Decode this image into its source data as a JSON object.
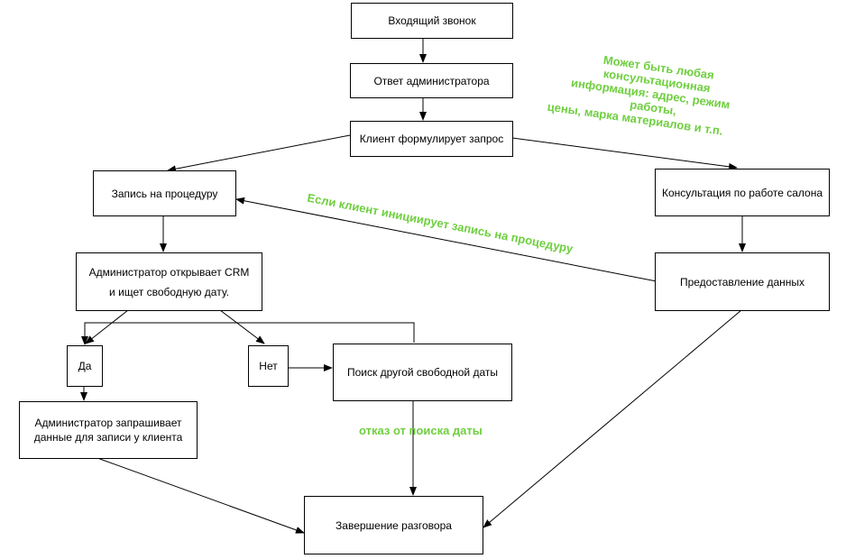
{
  "nodes": {
    "incoming_call": "Входящий звонок",
    "admin_answer": "Ответ администратора",
    "client_request": "Клиент формулирует запрос",
    "booking": "Запись на процедуру",
    "consultation": "Консультация по работе салона",
    "crm_line1": "Администратор открывает CRM",
    "crm_line2": "и ищет свободную дату.",
    "providing_data": "Предоставление данных",
    "yes": "Да",
    "no": "Нет",
    "search_other_date": "Поиск другой свободной даты",
    "admin_asks_line1": "Администратор запрашивает",
    "admin_asks_line2": "данные для записи у клиента",
    "end_call": "Завершение разговора"
  },
  "notes": {
    "consult_info_1": "Может быть любая",
    "consult_info_2": "консультационная",
    "consult_info_3": "информация: адрес, режим",
    "consult_info_4": "работы,",
    "consult_info_5": "цены, марка материалов и т.п.",
    "client_initiates": "Если клиент инициирует запись на процедуру",
    "refuse_search": "отказ от поиска даты"
  },
  "colors": {
    "note_green": "#6fcf3f",
    "stroke": "#000000"
  }
}
